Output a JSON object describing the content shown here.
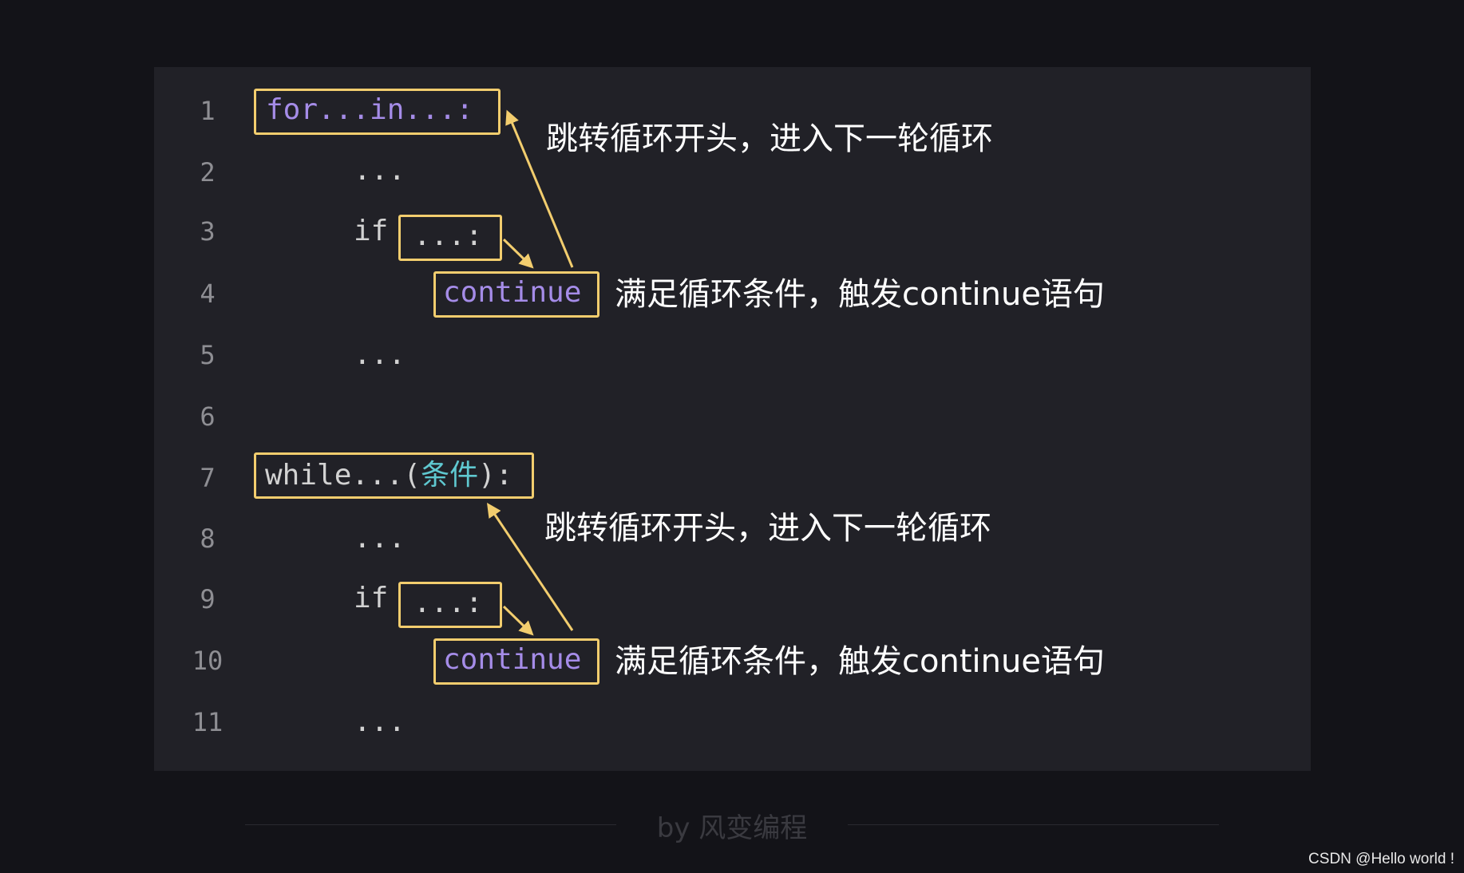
{
  "line_numbers": [
    "1",
    "2",
    "3",
    "4",
    "5",
    "6",
    "7",
    "8",
    "9",
    "10",
    "11"
  ],
  "code": {
    "for_loop": "for...in...:",
    "ellipsis": "...",
    "if_keyword": "if",
    "if_condition": "...:",
    "continue": "continue",
    "while_prefix": "while...(",
    "while_condition": "条件",
    "while_suffix": "):"
  },
  "annotations": {
    "jump_to_start": "跳转循环开头，进入下一轮循环",
    "trigger_continue": "满足循环条件，触发continue语句"
  },
  "footer": {
    "credit": "by 风变编程"
  },
  "watermark": "CSDN @Hello  world !",
  "colors": {
    "background": "#131318",
    "panel": "#212127",
    "highlight_box": "#f2cd6e",
    "keyword": "#a58ce8",
    "condition": "#5fc8d0",
    "code_text": "#d2d2d2"
  }
}
